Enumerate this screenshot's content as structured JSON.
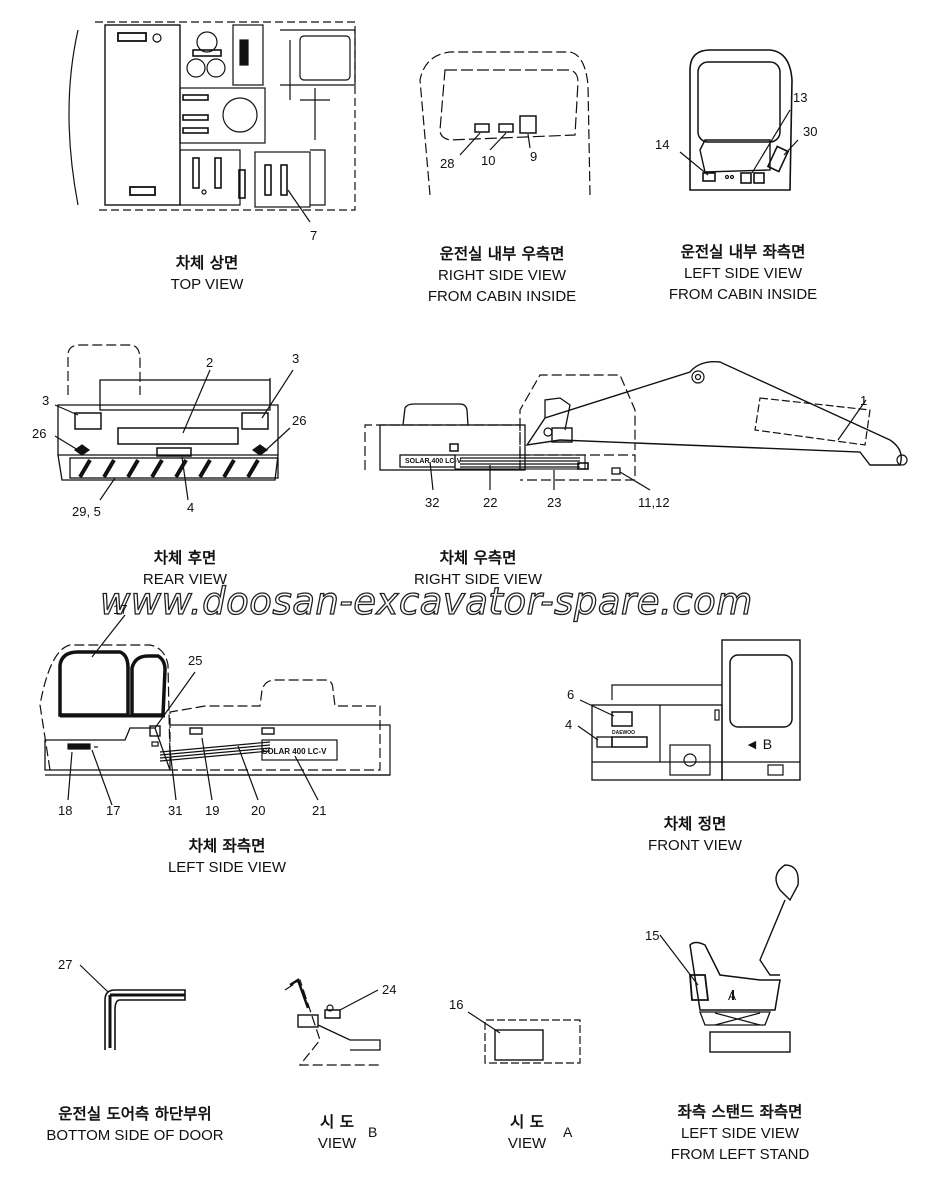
{
  "views": {
    "top": {
      "ko": "차체  상면",
      "en": "TOP VIEW"
    },
    "cabin_right": {
      "ko": "운전실 내부 우측면",
      "en": "RIGHT SIDE VIEW",
      "en2": "FROM CABIN INSIDE"
    },
    "cabin_left": {
      "ko": "운전실 내부 좌측면",
      "en": "LEFT SIDE VIEW",
      "en2": "FROM CABIN INSIDE"
    },
    "rear": {
      "ko": "차체 후면",
      "en": "REAR VIEW"
    },
    "right_side": {
      "ko": "차체 우측면",
      "en": "RIGHT SIDE VIEW"
    },
    "left_side": {
      "ko": "차체 좌측면",
      "en": "LEFT SIDE VIEW"
    },
    "front": {
      "ko": "차체 정면",
      "en": "FRONT VIEW"
    },
    "door_bottom": {
      "ko": "운전실 도어측 하단부위",
      "en": "BOTTOM SIDE OF DOOR"
    },
    "view_b": {
      "ko": "시 도",
      "en": "VIEW",
      "letter": "B"
    },
    "view_a": {
      "ko": "시 도",
      "en": "VIEW",
      "letter": "A"
    },
    "stand": {
      "ko": "좌측 스탠드 좌측면",
      "en": "LEFT SIDE VIEW",
      "en2": "FROM LEFT STAND"
    }
  },
  "callouts": {
    "n7": "7",
    "n28": "28",
    "n10": "10",
    "n9": "9",
    "n13": "13",
    "n14": "14",
    "n30": "30",
    "n2": "2",
    "n3a": "3",
    "n3b": "3",
    "n26a": "26",
    "n26b": "26",
    "n4a": "4",
    "n29_5": "29, 5",
    "n1": "1",
    "n32": "32",
    "n22": "22",
    "n23": "23",
    "n11_12": "11,12",
    "n17a": "17",
    "n25": "25",
    "n18": "18",
    "n17b": "17",
    "n31": "31",
    "n19": "19",
    "n20": "20",
    "n21": "21",
    "n6": "6",
    "n4b": "4",
    "arrow_b": "◄ B",
    "n15": "15",
    "arrow_a": "A",
    "n27": "27",
    "n24": "24",
    "n16": "16"
  },
  "decals": {
    "solar_right": "SOLAR 400 LC-V",
    "solar_left": "SOLAR 400 LC-V",
    "daewoo": "DAEWOO"
  },
  "watermark": "www.doosan-excavator-spare.com"
}
